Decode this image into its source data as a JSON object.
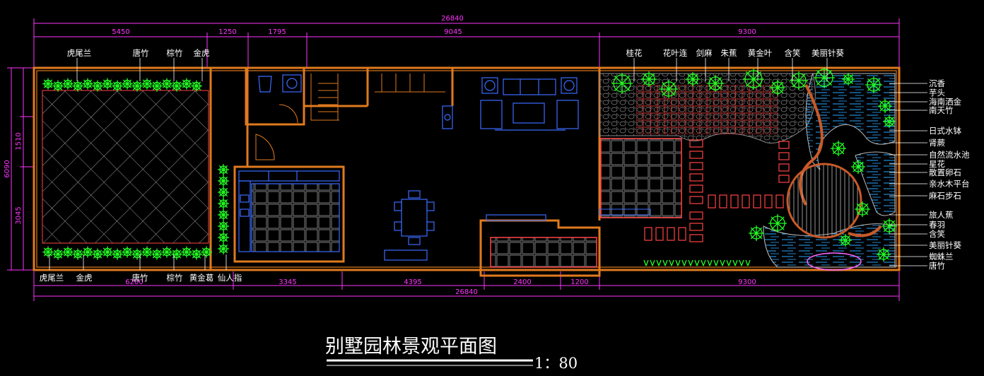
{
  "title": "别墅园林景观平面图",
  "scale": "1：80",
  "dimensions": {
    "top_total": "26840",
    "top_segments": [
      "5450",
      "1250",
      "1795",
      "9045",
      "9300"
    ],
    "bottom_total": "26840",
    "bottom_segments": [
      "6200",
      "3345",
      "4395",
      "2400",
      "1200",
      "9300"
    ],
    "left_total": "6090",
    "left_segments": [
      "1510",
      "3045"
    ]
  },
  "plant_labels_top": [
    "虎尾兰",
    "唐竹",
    "棕竹",
    "金虎",
    "桂花",
    "花叶连",
    "剑麻",
    "朱蕉",
    "黄金叶",
    "含笑",
    "美丽针葵"
  ],
  "plant_labels_bottom": [
    "虎尾兰",
    "金虎",
    "唐竹",
    "棕竹",
    "黄金葛",
    "仙人指"
  ],
  "right_labels": [
    "沉香",
    "芋头",
    "海南洒金",
    "南天竹",
    "日式水钵",
    "肾蕨",
    "自然流水池",
    "星花",
    "散置卵石",
    "亲水木平台",
    "麻石步石",
    "旅人蕉",
    "春羽",
    "含笑",
    "美丽针葵",
    "蜘蛛兰",
    "唐竹"
  ],
  "colors": {
    "background": "#000000",
    "walls": "#e07a1e",
    "dimensions": "#ff33ff",
    "plants": "#22ff22",
    "furniture": "#3b6cff",
    "water": "#2aa6ff",
    "paving": "#ff4444",
    "text": "#ffffff"
  }
}
